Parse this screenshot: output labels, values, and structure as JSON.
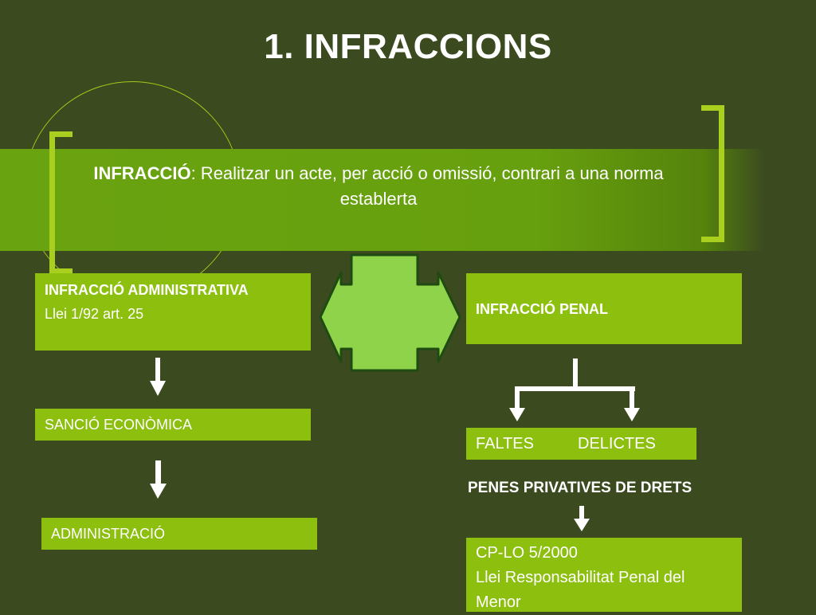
{
  "title": "1. INFRACCIONS",
  "definition": {
    "term": "INFRACCIÓ",
    "text": ": Realitzar un acte, per acció o omissió, contrari a una norma establerta"
  },
  "admin_box": {
    "heading": "INFRACCIÓ ADMINISTRATIVA",
    "subtext": "Llei 1/92 art. 25"
  },
  "penal_box": {
    "heading": "INFRACCIÓ PENAL"
  },
  "sancio_box": "SANCIÓ ECONÒMICA",
  "administracio_box": "ADMINISTRACIÓ",
  "faltes_box": {
    "faltes": "FALTES",
    "delictes": "DELICTES"
  },
  "penes_label": "PENES PRIVATIVES DE DRETS",
  "cp_box": {
    "line1": "CP-LO 5/2000",
    "line2": "Llei Responsabilitat Penal del Menor"
  },
  "colors": {
    "background": "#3b4a1f",
    "band": "#6aa310",
    "box": "#8cbf0e",
    "bracket": "#a9cf1f",
    "cross_fill": "#8ed34a",
    "cross_stroke": "#1f4a12"
  }
}
